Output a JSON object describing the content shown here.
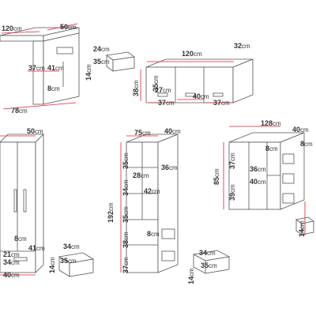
{
  "colors": {
    "dimension_line": "#e0203a",
    "outline": "#555555",
    "text": "#333333"
  },
  "units": "cm",
  "desk": {
    "width": "120",
    "depth": "50",
    "height": "78",
    "drawer_w": "37",
    "drawer_d": "41",
    "inner_h": "8",
    "drawer_front_w": "24",
    "drawer_front_d": "35",
    "drawer_front_h": "14"
  },
  "shelf": {
    "width": "120",
    "depth": "32",
    "height": "38",
    "inner_h": "35",
    "box_h": "27",
    "box_w1": "37",
    "box_w2": "40",
    "box_w3": "37"
  },
  "wardrobe": {
    "width": "50",
    "inner_h": "8",
    "drawer_w": "41",
    "drawer_h": "21",
    "drawer_d": "34",
    "drawer_w2": "40",
    "drawer_front_w": "34",
    "drawer_front_d": "35",
    "drawer_front_h": "14"
  },
  "bookcase": {
    "width": "75",
    "depth": "40",
    "height": "192",
    "sec1": "35",
    "sec2": "34",
    "sec3": "35",
    "sec4": "38",
    "sec5": "37",
    "shelf_w": "28",
    "shelf_d": "36",
    "inner_w": "42",
    "drawer_h": "8",
    "drawer_front_w": "34",
    "drawer_front_d": "35",
    "drawer_front_h": "14"
  },
  "dresser": {
    "width": "128",
    "depth": "40",
    "height": "85",
    "h1": "37",
    "h2": "39",
    "inner_w1": "8",
    "inner_w2": "8",
    "shelf_d": "36",
    "shelf_w": "40",
    "drawer_front_w": "14"
  }
}
